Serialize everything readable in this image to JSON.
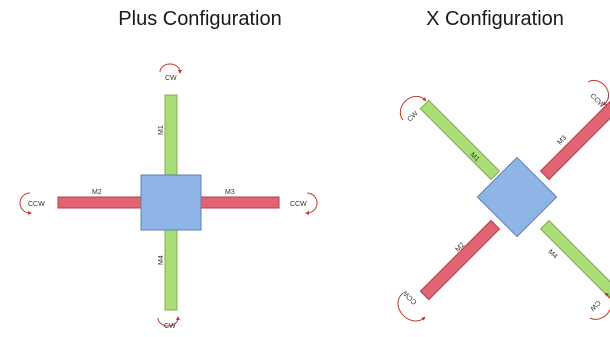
{
  "plus": {
    "title": "Plus Configuration",
    "motors": {
      "top": {
        "label": "M1",
        "dir": "CW"
      },
      "left": {
        "label": "M2",
        "dir": "CCW"
      },
      "right": {
        "label": "M3",
        "dir": "CCW"
      },
      "bottom": {
        "label": "M4",
        "dir": "CW"
      }
    }
  },
  "x": {
    "title": "X Configuration",
    "motors": {
      "top_left": {
        "label": "M1",
        "dir": "CW"
      },
      "top_right": {
        "label": "M3",
        "dir": "CCW"
      },
      "bottom_left": {
        "label": "M2",
        "dir": "CCW"
      },
      "bottom_right": {
        "label": "M4",
        "dir": "CW"
      }
    }
  },
  "colors": {
    "cw_arm": "#a9dd7a",
    "ccw_arm": "#e06472",
    "body": "#8fb4e6",
    "arrow": "#c0392b"
  }
}
